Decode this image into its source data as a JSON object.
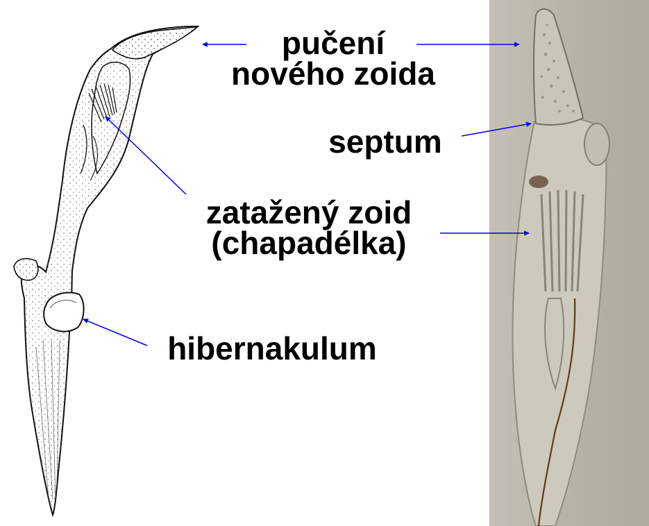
{
  "labels": {
    "budding_line1": "pučení",
    "budding_line2": "nového zoida",
    "septum": "septum",
    "retracted_zooid_line1": "zatažený zoid",
    "retracted_zooid_line2": "(chapadélka)",
    "hibernaculum": "hibernakulum"
  },
  "colors": {
    "arrow": "#0000ee",
    "text": "#000000",
    "photo_background": "#b5b1a4",
    "outline": "#111111"
  }
}
